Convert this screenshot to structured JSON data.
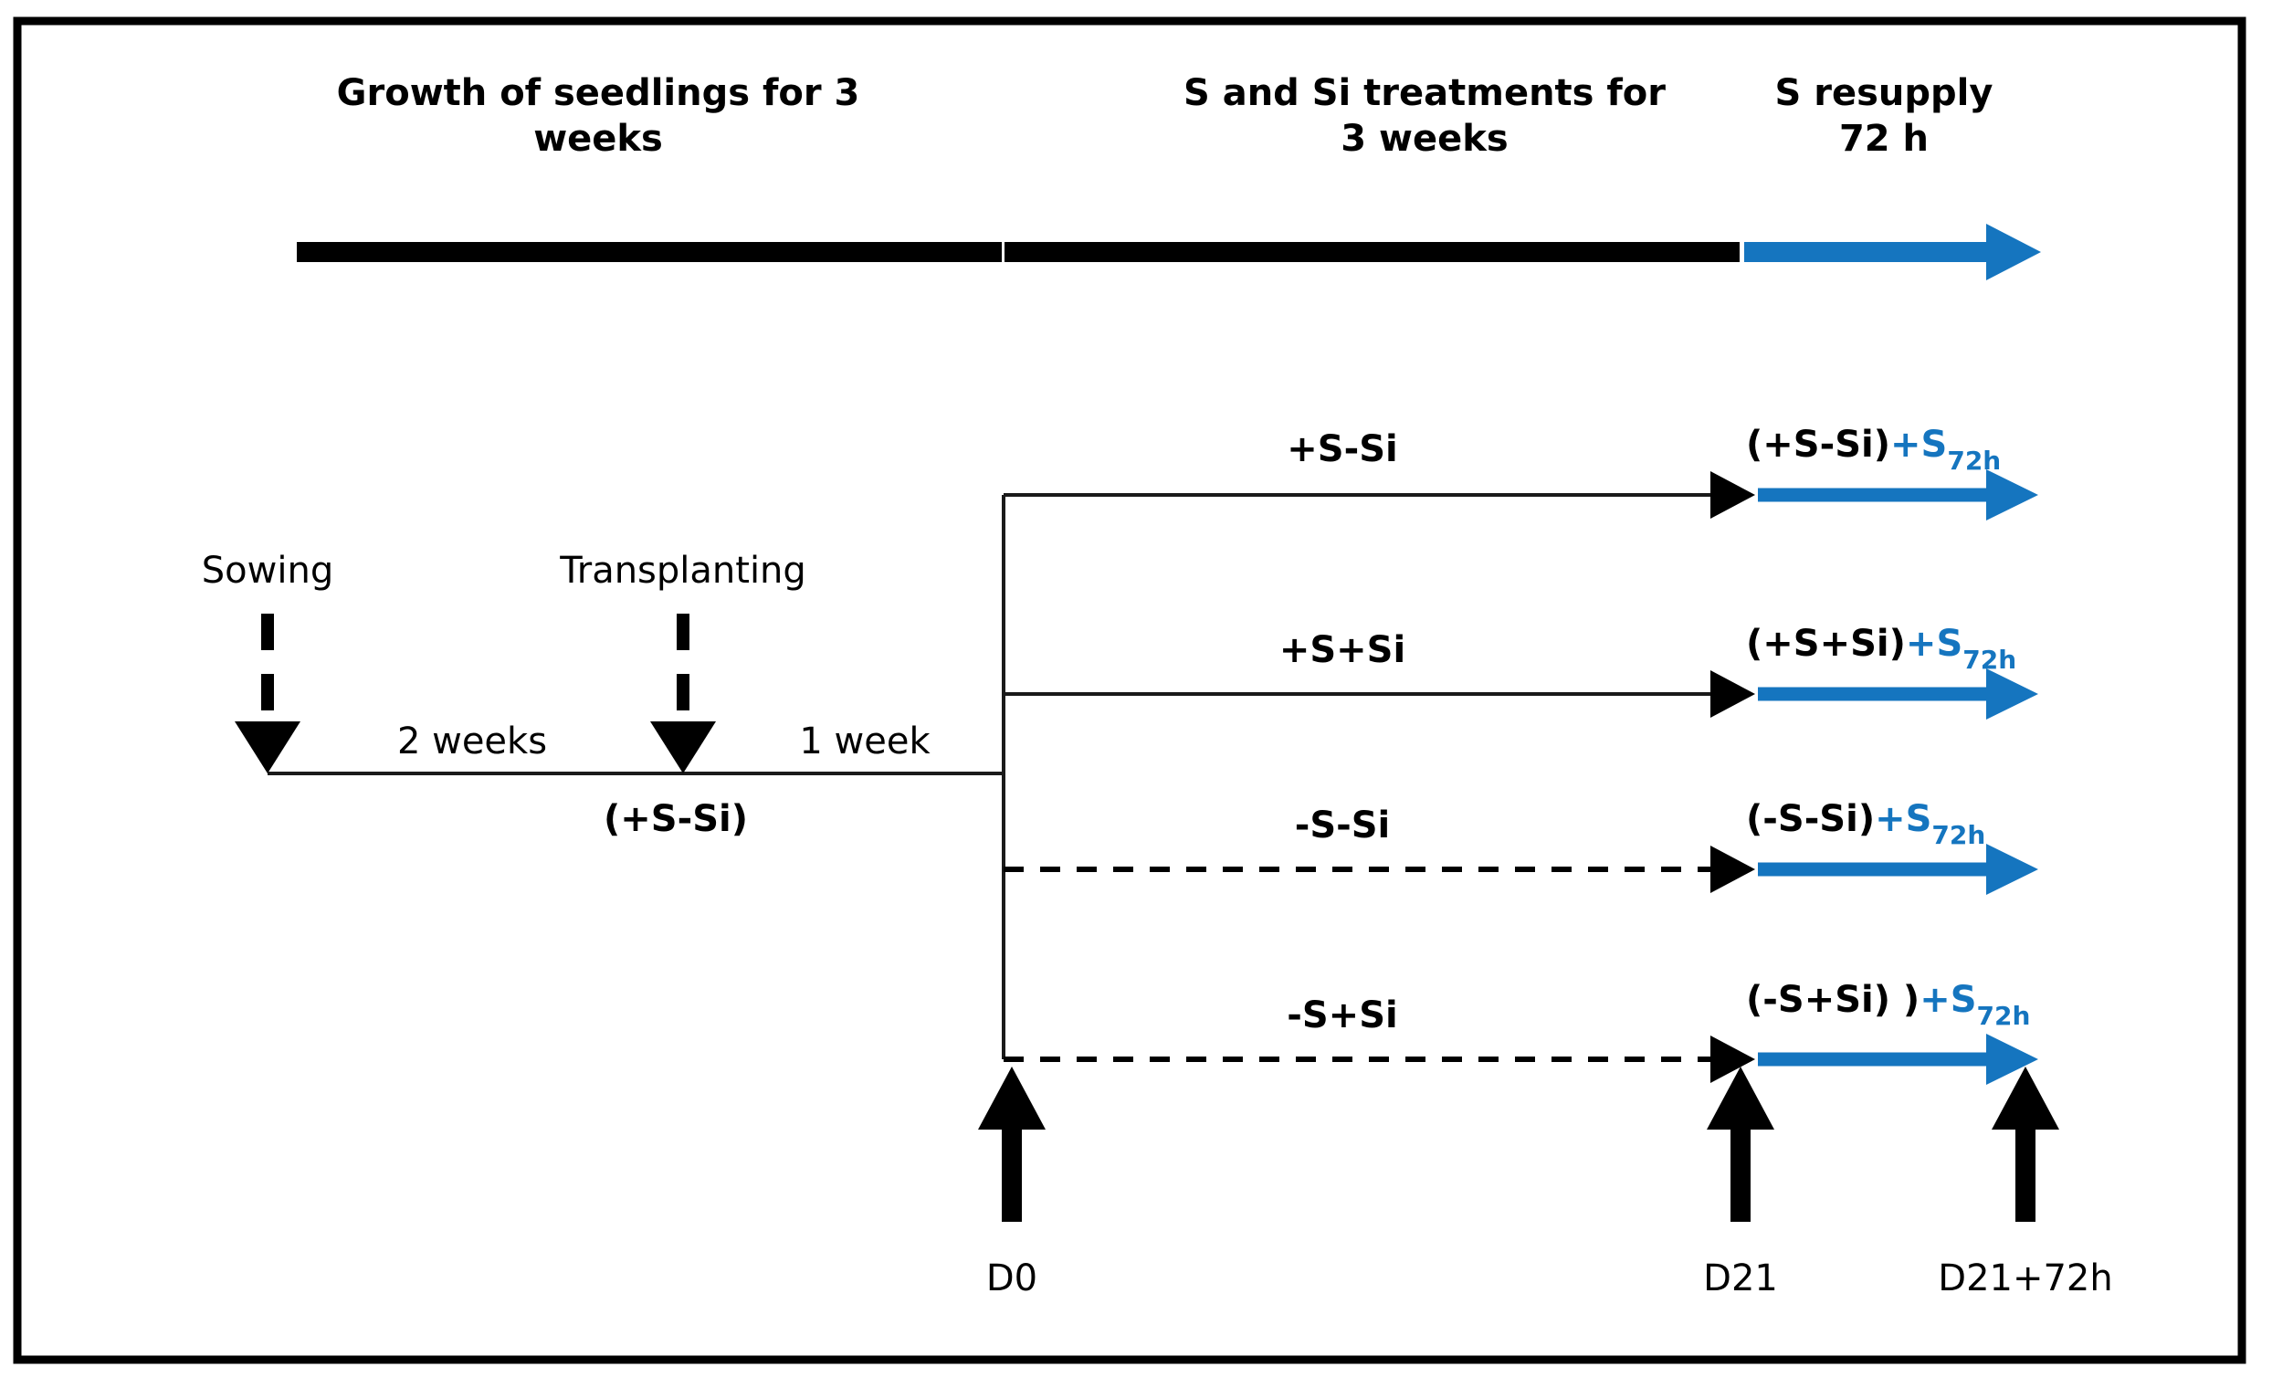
{
  "figure": {
    "kind": "experimental-design-timeline",
    "background_color": "#ffffff",
    "frame_color": "#000000",
    "accent_blue": "#1575bf",
    "black": "#000000"
  },
  "phases": [
    {
      "id": "growth",
      "title_line1": "Growth of seedlings for 3",
      "title_line2": "weeks",
      "bar_color": "#000000",
      "bar_style": "solid-bar"
    },
    {
      "id": "treatments",
      "title_line1": "S and Si treatments for",
      "title_line2": "3 weeks",
      "bar_color": "#000000",
      "bar_style": "solid-bar"
    },
    {
      "id": "resupply",
      "title_line1": "S resupply",
      "title_line2": "72 h",
      "bar_color": "#1575bf",
      "bar_style": "arrow"
    }
  ],
  "pre_timeline": {
    "events": [
      {
        "id": "sowing",
        "label": "Sowing",
        "marker": "dashed-down-arrow"
      },
      {
        "id": "transplanting",
        "label": "Transplanting",
        "marker": "dashed-down-arrow"
      }
    ],
    "durations": [
      {
        "id": "seg-2-weeks",
        "label": "2 weeks"
      },
      {
        "id": "seg-1-week",
        "label": "1 week"
      }
    ],
    "condition": "(+S-Si)"
  },
  "branches": [
    {
      "id": "branch-plus-s-minus-si",
      "treatment": "+S-Si",
      "line_style": "solid",
      "outcome_black": "(+S-Si)",
      "outcome_blue_prefix": "+S",
      "outcome_blue_sub": "72h"
    },
    {
      "id": "branch-plus-s-plus-si",
      "treatment": "+S+Si",
      "line_style": "solid",
      "outcome_black": "(+S+Si)",
      "outcome_blue_prefix": "+S",
      "outcome_blue_sub": "72h"
    },
    {
      "id": "branch-minus-s-minus-si",
      "treatment": "-S-Si",
      "line_style": "dashed",
      "outcome_black": "(-S-Si)",
      "outcome_blue_prefix": "+S",
      "outcome_blue_sub": "72h"
    },
    {
      "id": "branch-minus-s-plus-si",
      "treatment": "-S+Si",
      "line_style": "dashed",
      "outcome_black": "(-S+Si) )",
      "outcome_blue_prefix": "+S",
      "outcome_blue_sub": "72h"
    }
  ],
  "timepoints": [
    {
      "id": "d0",
      "label": "D0"
    },
    {
      "id": "d21",
      "label": "D21"
    },
    {
      "id": "d21-72h",
      "label": "D21+72h"
    }
  ]
}
